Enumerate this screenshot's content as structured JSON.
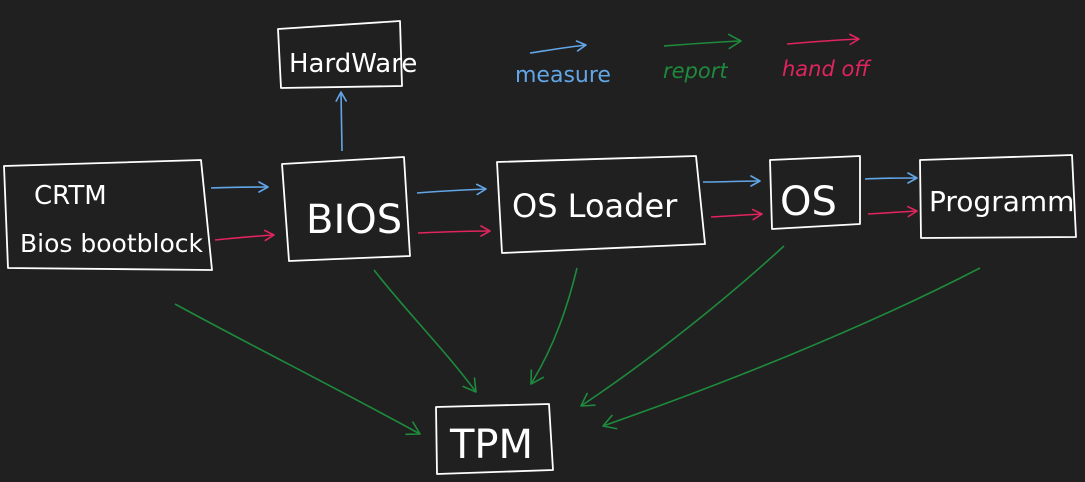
{
  "diagram": {
    "background_color": "#202020",
    "line_color": "#ffffff",
    "nodes": {
      "hardware": {
        "label": "HardWare"
      },
      "crtm": {
        "label_line1": "CRTM",
        "label_line2": "Bios bootblock"
      },
      "bios": {
        "label": "BIOS"
      },
      "os_loader": {
        "label": "OS Loader"
      },
      "os": {
        "label": "OS"
      },
      "programm": {
        "label": "Programm"
      },
      "tpm": {
        "label": "TPM"
      }
    },
    "legend": {
      "measure": {
        "label": "measure",
        "color": "#62a6e8"
      },
      "report": {
        "label": "report",
        "color": "#1e8a3c"
      },
      "hand_off": {
        "label": "hand off",
        "color": "#e0245e"
      }
    }
  }
}
